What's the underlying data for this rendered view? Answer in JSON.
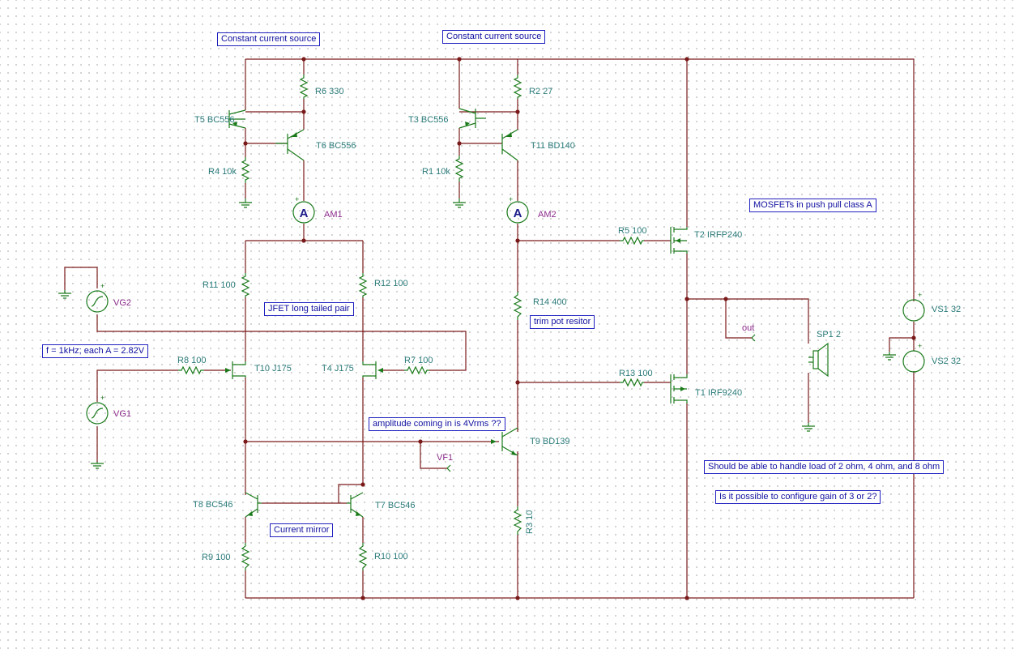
{
  "notes": {
    "ccs_left": "Constant current source",
    "ccs_right": "Constant current source",
    "mosfet_note": "MOSFETs in push pull class A",
    "jfet_note": "JFET long tailed pair",
    "signal_note": "f = 1kHz; each A = 2.82V",
    "trim_note": "trim pot resitor",
    "amplitude_note": "amplitude coming in is 4Vrms ??",
    "mirror_note": "Current mirror",
    "load_note": "Should be able to handle load of 2 ohm, 4 ohm, and 8 ohm",
    "gain_note": "Is it possible to configure gain of 3 or 2?"
  },
  "components": {
    "r6": "R6 330",
    "t5": "T5 BC556",
    "t6": "T6 BC556",
    "r4": "R4 10k",
    "am1": "AM1",
    "r2": "R2 27",
    "t3": "T3 BC556",
    "t11": "T11 BD140",
    "r1": "R1 10k",
    "am2": "AM2",
    "r5": "R5 100",
    "t2": "T2 IRFP240",
    "r11": "R11 100",
    "r12": "R12 100",
    "vg2": "VG2",
    "r14": "R14 400",
    "out": "out",
    "sp1": "SP1 2",
    "vs1": "VS1 32",
    "vs2": "VS2 32",
    "r8": "R8 100",
    "t10": "T10 J175",
    "t4": "T4 J175",
    "r7": "R7 100",
    "r13": "R13 100",
    "t1": "T1 IRF9240",
    "vg1": "VG1",
    "t9": "T9 BD139",
    "vf1": "VF1",
    "t8": "T8 BC546",
    "t7": "T7 BC546",
    "r3": "R3 10",
    "r9": "R9 100",
    "r10": "R10 100"
  },
  "symbols": {
    "ammeter": "A",
    "plus": "+"
  }
}
